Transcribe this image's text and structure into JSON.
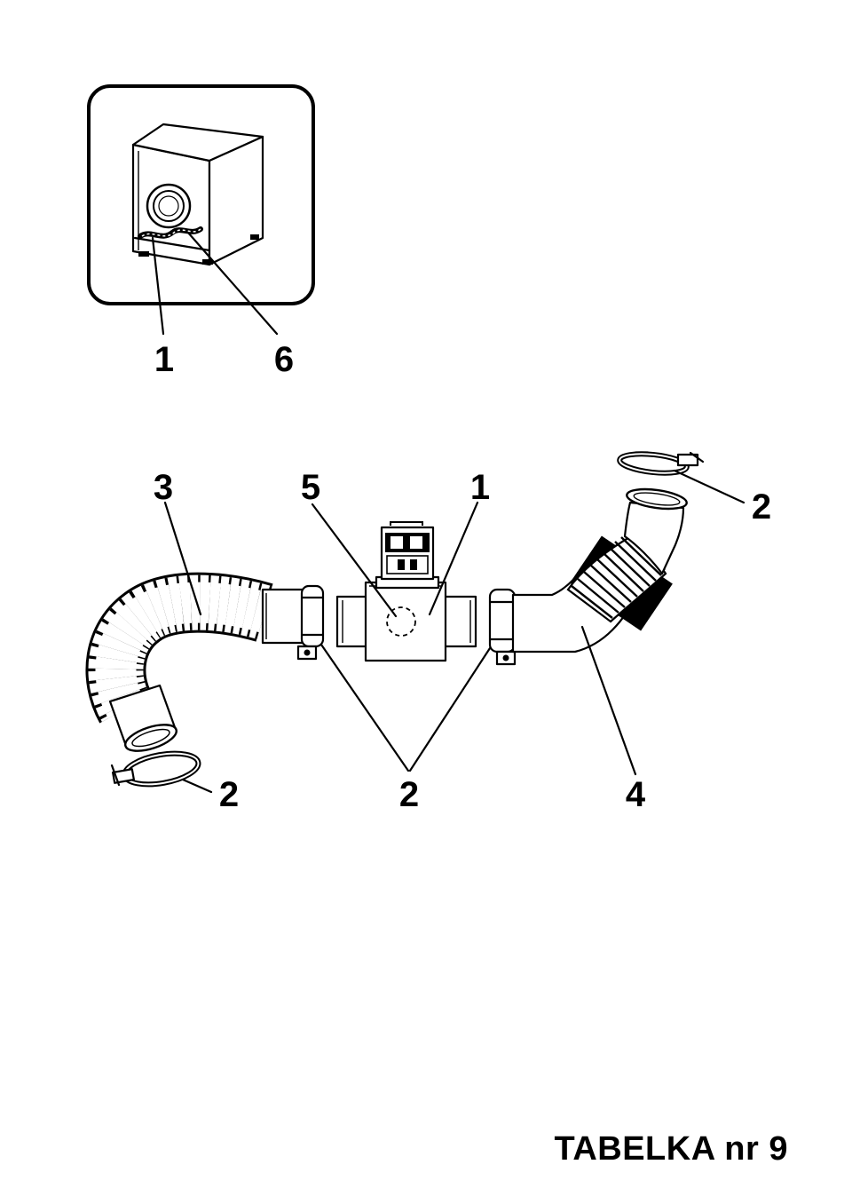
{
  "callouts": {
    "inset_part_1": "1",
    "inset_part_6": "6",
    "hose_3": "3",
    "sensor_5": "5",
    "module_1": "1",
    "clamp_2_top_right": "2",
    "clamp_2_bottom_left": "2",
    "clamps_2_middle": "2",
    "elbow_4": "4"
  },
  "footer": {
    "table_label": "TABELKA nr 9"
  },
  "icons": {
    "inset_frame": "dryer-inset-icon",
    "hose": "flexible-hose-icon",
    "module": "sensor-module-icon",
    "clamp": "hose-clamp-icon",
    "elbow": "elbow-pipe-icon"
  }
}
